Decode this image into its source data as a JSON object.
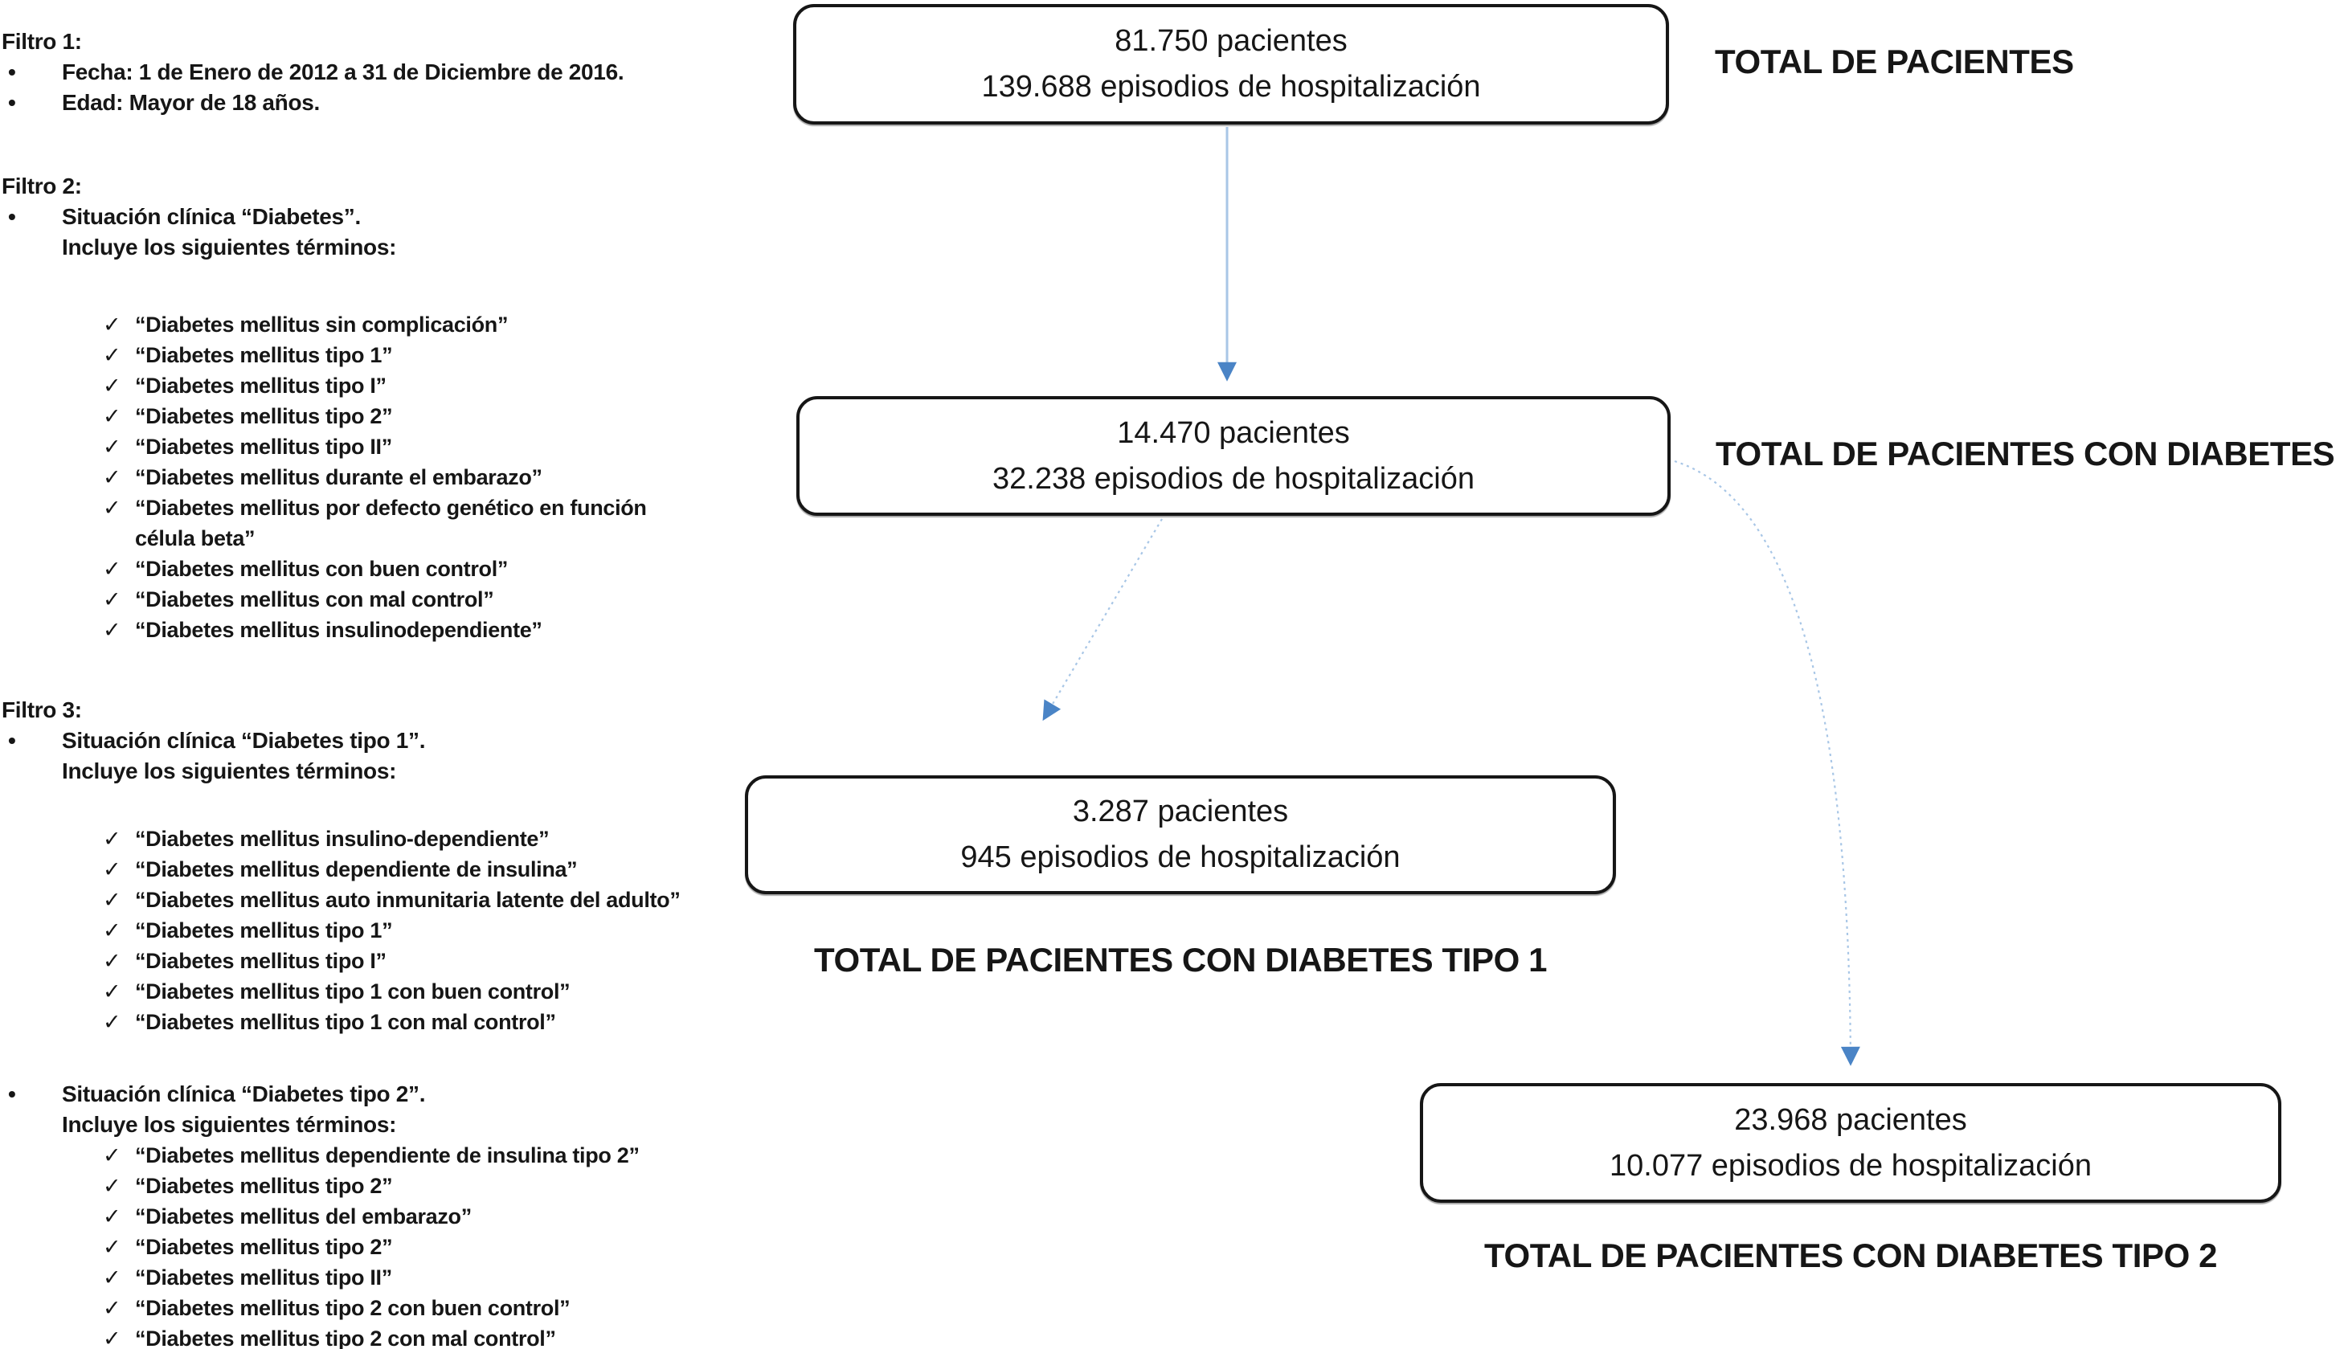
{
  "left_panel": {
    "filtro1": {
      "heading": "Filtro 1:",
      "bullets": [
        "Fecha: 1 de Enero de 2012 a 31 de Diciembre de 2016.",
        "Edad: Mayor de 18 años."
      ]
    },
    "filtro2": {
      "heading": "Filtro 2:",
      "situacion": "Situación clínica “Diabetes”.",
      "incluye": "Incluye los siguientes términos:",
      "terms": [
        "“Diabetes mellitus sin complicación”",
        "“Diabetes mellitus tipo 1”",
        "“Diabetes mellitus tipo I”",
        "“Diabetes mellitus tipo 2”",
        "“Diabetes mellitus tipo II”",
        "“Diabetes mellitus durante el embarazo”",
        "“Diabetes mellitus por defecto genético en función\ncélula beta”",
        "“Diabetes mellitus con buen control”",
        "“Diabetes mellitus con mal control”",
        "“Diabetes mellitus insulinodependiente”"
      ]
    },
    "filtro3": {
      "heading": "Filtro 3:",
      "tipo1": {
        "situacion": "Situación clínica “Diabetes tipo 1”.",
        "incluye": "Incluye los siguientes términos:",
        "terms": [
          "“Diabetes mellitus insulino-dependiente”",
          "“Diabetes mellitus dependiente de insulina”",
          "“Diabetes mellitus auto inmunitaria latente del adulto”",
          "“Diabetes mellitus tipo 1”",
          "“Diabetes mellitus tipo I”",
          "“Diabetes mellitus tipo 1 con buen control”",
          "“Diabetes mellitus tipo 1 con mal control”"
        ]
      },
      "tipo2": {
        "situacion": "Situación clínica “Diabetes tipo 2”.",
        "incluye": "Incluye los siguientes términos:",
        "terms": [
          "“Diabetes mellitus dependiente de insulina tipo 2”",
          "“Diabetes mellitus tipo 2”",
          "“Diabetes mellitus del embarazo”",
          "“Diabetes mellitus tipo 2”",
          "“Diabetes mellitus tipo II”",
          "“Diabetes mellitus tipo 2 con buen control”",
          "“Diabetes mellitus tipo 2 con mal control”"
        ]
      }
    }
  },
  "flowchart": {
    "box1": {
      "patients": "81.750 pacientes",
      "episodes": "139.688 episodios de hospitalización"
    },
    "label1": "TOTAL DE PACIENTES",
    "box2": {
      "patients": "14.470 pacientes",
      "episodes": "32.238 episodios de hospitalización"
    },
    "label2": "TOTAL DE PACIENTES CON DIABETES",
    "box3": {
      "patients": "3.287 pacientes",
      "episodes": "945 episodios de hospitalización"
    },
    "label3": "TOTAL DE PACIENTES CON DIABETES TIPO 1",
    "box4": {
      "patients": "23.968 pacientes",
      "episodes": "10.077 episodios de hospitalización"
    },
    "label4": "TOTAL DE PACIENTES CON DIABETES TIPO 2"
  },
  "icons": {
    "check": "✓",
    "bullet": "•"
  },
  "colors": {
    "arrow_line": "#a8c6e6",
    "arrow_head": "#4a84c6",
    "box_border": "#161616",
    "text": "#161616",
    "background": "#ffffff"
  }
}
